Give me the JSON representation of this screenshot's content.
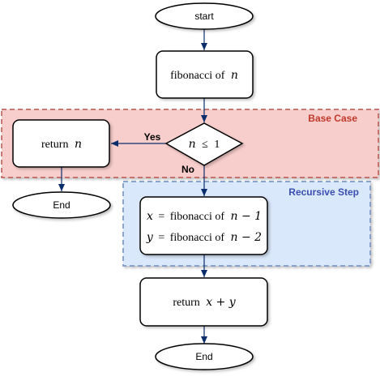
{
  "colors": {
    "base_fill": "#f8cecc",
    "base_stroke": "#b85450",
    "base_label": "#c0392b",
    "recursive_fill": "#dae8fc",
    "recursive_stroke": "#6c8ebf",
    "recursive_label": "#3a4fb0",
    "node_stroke": "#000000",
    "edge": "#0b2d6b"
  },
  "regions": {
    "base_case": "Base Case",
    "recursive_step": "Recursive Step"
  },
  "nodes": {
    "start": "start",
    "fib_prefix": "fibonacci of",
    "fib_var": "n",
    "cond_var": "n",
    "cond_op": "≤",
    "cond_val": "1",
    "return_n_prefix": "return",
    "return_n_var": "n",
    "end_left": "End",
    "x_assign_var": "x",
    "x_assign_eq": "=",
    "x_assign_text": "fibonacci of",
    "x_assign_arg": "n − 1",
    "y_assign_var": "y",
    "y_assign_eq": "=",
    "y_assign_text": "fibonacci of",
    "y_assign_arg": "n − 2",
    "return_xy_prefix": "return",
    "return_xy_expr": "x + y",
    "end_bottom": "End"
  },
  "edges": {
    "yes_label": "Yes",
    "no_label": "No"
  }
}
